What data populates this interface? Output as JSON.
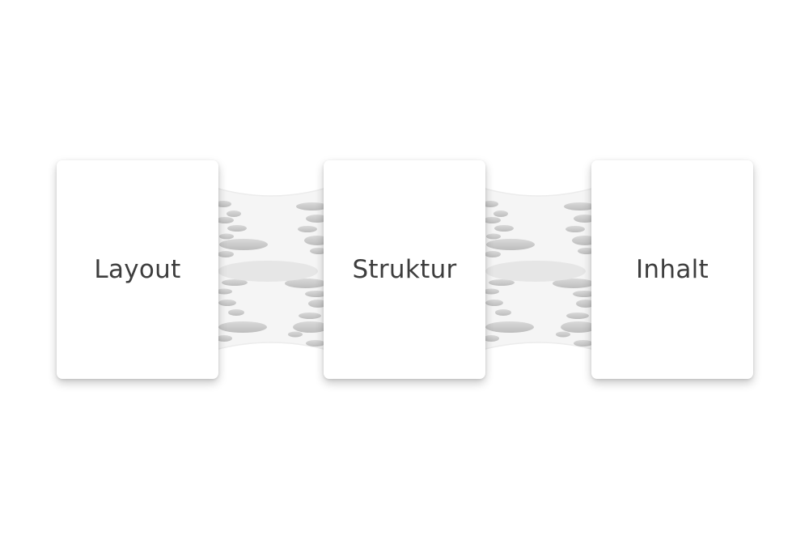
{
  "diagram": {
    "nodes": [
      {
        "id": "layout",
        "label": "Layout"
      },
      {
        "id": "struktur",
        "label": "Struktur"
      },
      {
        "id": "inhalt",
        "label": "Inhalt"
      }
    ],
    "connections": [
      {
        "from": "layout",
        "to": "struktur"
      },
      {
        "from": "struktur",
        "to": "inhalt"
      }
    ],
    "colors": {
      "card": "#ffffff",
      "text": "#3d3d3d",
      "bridge": "#f5f5f5",
      "slit": "#c8c8c8"
    }
  }
}
